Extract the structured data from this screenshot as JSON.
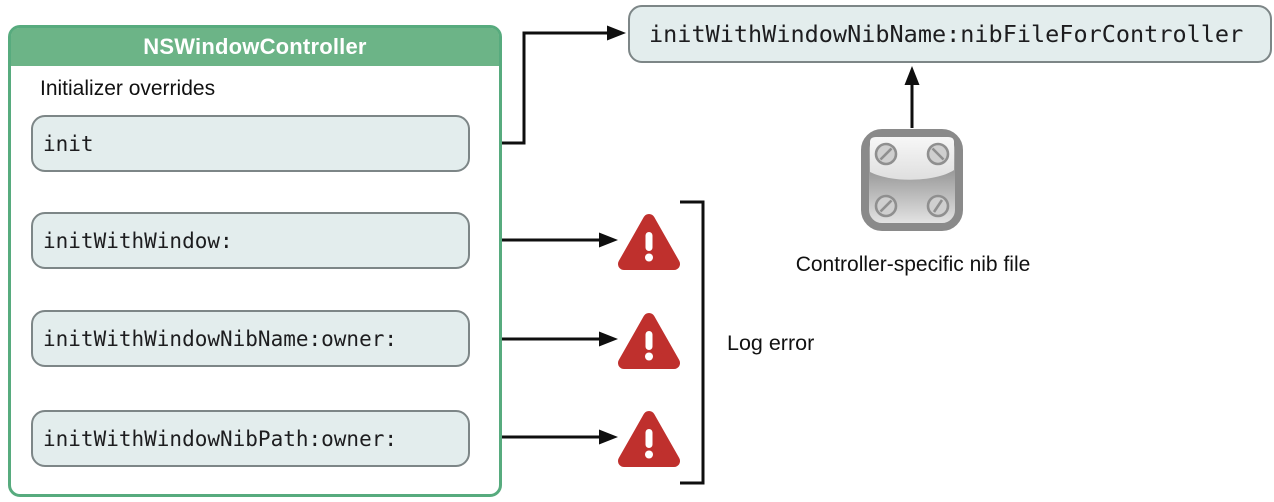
{
  "colors": {
    "header_green": "#6cb487",
    "border_green": "#57ab7e",
    "method_fill": "#e3eded",
    "method_border": "#7d8687",
    "warning_red": "#bf302d",
    "line_black": "#0f0f0f",
    "code_text": "#1d1d1f"
  },
  "class_box": {
    "title": "NSWindowController",
    "section_label": "Initializer overrides",
    "methods": [
      {
        "label": "init"
      },
      {
        "label": "initWithWindow:"
      },
      {
        "label": "initWithWindowNibName:owner:"
      },
      {
        "label": "initWithWindowNibPath:owner:"
      }
    ]
  },
  "designated_initializer": {
    "label": "initWithWindowNibName:nibFileForController"
  },
  "annotations": {
    "log_error": "Log error",
    "nib_file_caption": "Controller-specific nib file"
  }
}
